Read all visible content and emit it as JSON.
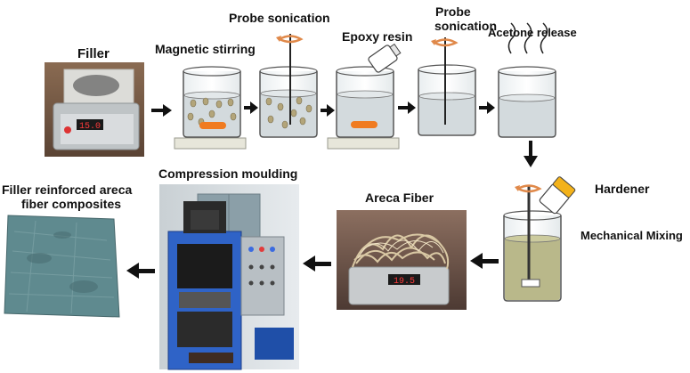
{
  "labels": {
    "filler": "Filler",
    "magnetic_stirring": "Magnetic stirring",
    "probe_sonication_1": "Probe sonication",
    "epoxy_resin": "Epoxy resin",
    "probe_sonication_2_line1": "Probe",
    "probe_sonication_2_line2": "sonication",
    "acetone_release": "Acetone release",
    "hardener": "Hardener",
    "mechanical_mixing": "Mechanical Mixing",
    "areca_fiber": "Areca Fiber",
    "compression_moulding": "Compression moulding",
    "composites_line1": "Filler reinforced areca",
    "composites_line2": "fiber composites"
  },
  "scale_readouts": {
    "filler_scale": "15.0",
    "areca_scale": "19.5"
  },
  "colors": {
    "liquid": "#d3dadd",
    "liquid_mixed": "#b9b88a",
    "stir_bar": "#f07b20",
    "probe_ring": "#e0894a",
    "hardener_cap": "#f3b21a",
    "press_frame": "#2f63c7",
    "composite": "#5f8a8f",
    "arrow": "#111111"
  }
}
